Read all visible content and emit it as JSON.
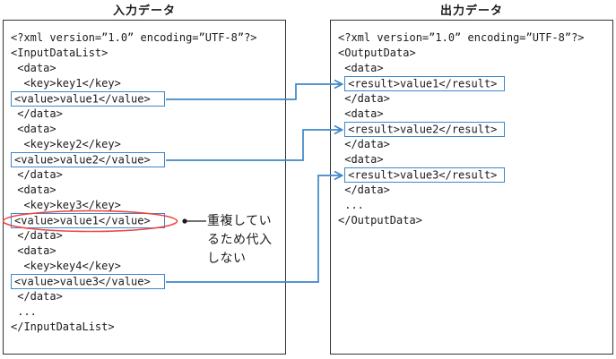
{
  "colors": {
    "accent_blue": "#3e86c9",
    "highlight_red": "#ee4444",
    "ink": "#1a1a1a",
    "panel_border": "#333333"
  },
  "input_panel": {
    "title": "入力データ",
    "code_lines": [
      {
        "text": "<?xml version=”1.0” encoding=”UTF-8”?>"
      },
      {
        "text": "<InputDataList>"
      },
      {
        "text": " <data>"
      },
      {
        "text": "  <key>key1</key>"
      },
      {
        "pre": "",
        "text": "<value>value1</value>",
        "box": true
      },
      {
        "text": " </data>"
      },
      {
        "text": " <data>"
      },
      {
        "text": "  <key>key2</key>"
      },
      {
        "pre": "",
        "text": "<value>value2</value>",
        "box": true
      },
      {
        "text": " </data>"
      },
      {
        "text": " <data>"
      },
      {
        "text": "  <key>key3</key>"
      },
      {
        "pre": "",
        "text": "<value>value1</value>",
        "box": true,
        "circled": true
      },
      {
        "text": " </data>"
      },
      {
        "text": " <data>"
      },
      {
        "text": "  <key>key4</key>"
      },
      {
        "pre": "",
        "text": "<value>value3</value>",
        "box": true
      },
      {
        "text": " </data>"
      },
      {
        "text": " ..."
      },
      {
        "text": "</InputDataList>"
      }
    ]
  },
  "output_panel": {
    "title": "出力データ",
    "code_lines": [
      {
        "text": "<?xml version=”1.0” encoding=”UTF-8”?>"
      },
      {
        "text": "<OutputData>"
      },
      {
        "text": " <data>"
      },
      {
        "pre": " ",
        "text": "<result>value1</result>",
        "box": true
      },
      {
        "text": " </data>"
      },
      {
        "text": " <data>"
      },
      {
        "pre": " ",
        "text": "<result>value2</result>",
        "box": true
      },
      {
        "text": " </data>"
      },
      {
        "text": " <data>"
      },
      {
        "pre": " ",
        "text": "<result>value3</result>",
        "box": true
      },
      {
        "text": " </data>"
      },
      {
        "text": " ..."
      },
      {
        "text": "</OutputData>"
      }
    ]
  },
  "annotation": {
    "lines": [
      "重複してい",
      "るため代入",
      "しない"
    ]
  }
}
